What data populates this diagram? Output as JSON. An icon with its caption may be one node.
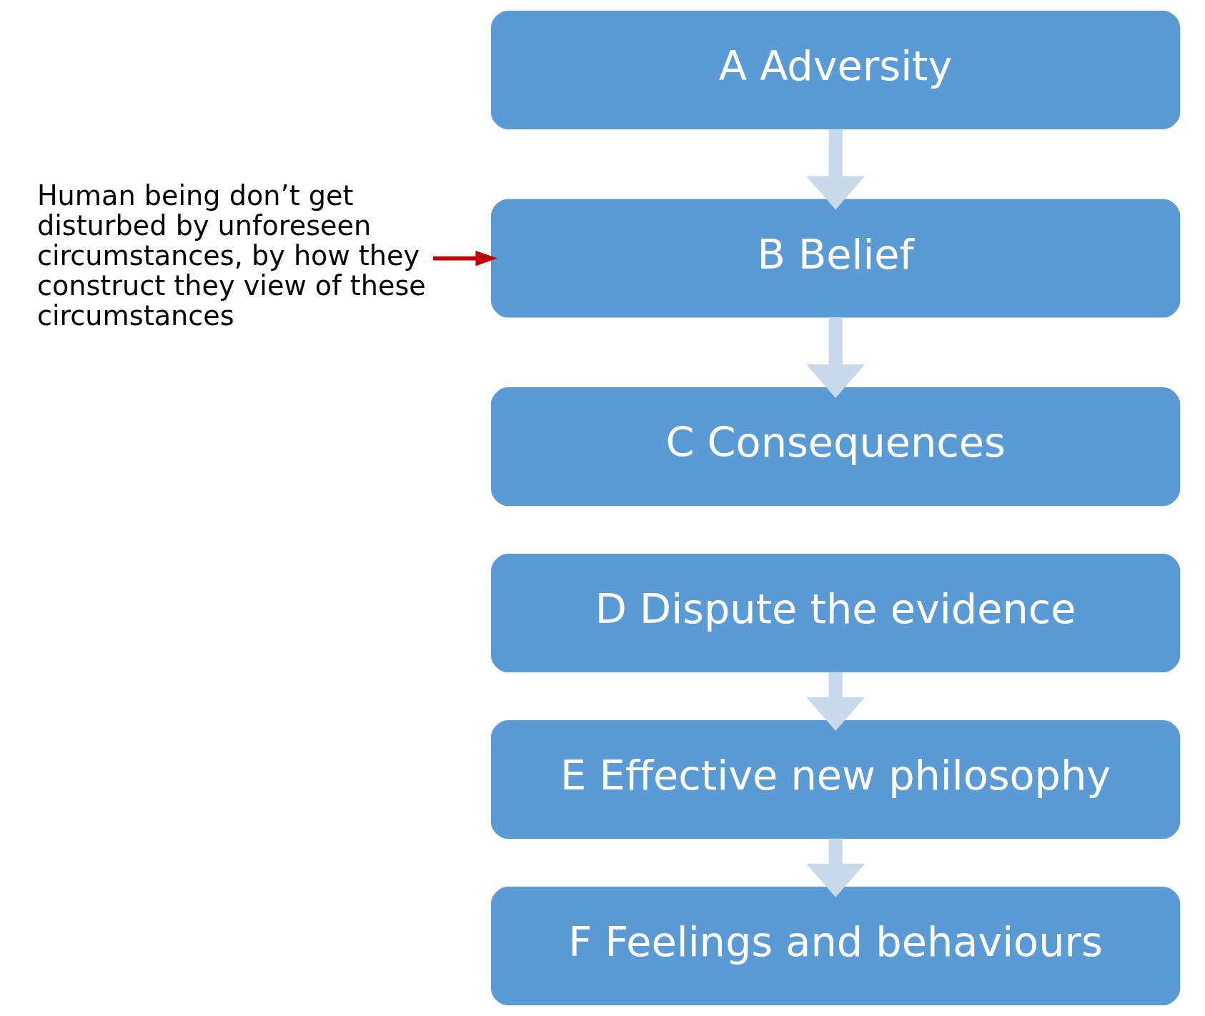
{
  "diagram": {
    "nodes": [
      {
        "text": [
          "A Adversity"
        ]
      },
      {
        "text": [
          "B Belief"
        ]
      },
      {
        "text": [
          "C Consequences"
        ]
      },
      {
        "text": [
          "D Dispute the evidence"
        ]
      },
      {
        "text": [
          "E Effective new philosophy"
        ]
      },
      {
        "text": [
          "F Feelings and behaviours"
        ]
      },
      {
        "text": [
          "Human being don’t get disturbed by unforeseen circumstances, by how they construct they view of these circumstances"
        ]
      }
    ],
    "edges": [
      {
        "from": 0,
        "to": 1,
        "arrow": "to"
      },
      {
        "from": 1,
        "to": 2,
        "arrow": "to"
      },
      {
        "from": 3,
        "to": 4,
        "arrow": "to"
      },
      {
        "from": 4,
        "to": 5,
        "arrow": "to"
      },
      {
        "from": 6,
        "to": 1,
        "arrow": "to",
        "color": "#c00000"
      }
    ]
  }
}
